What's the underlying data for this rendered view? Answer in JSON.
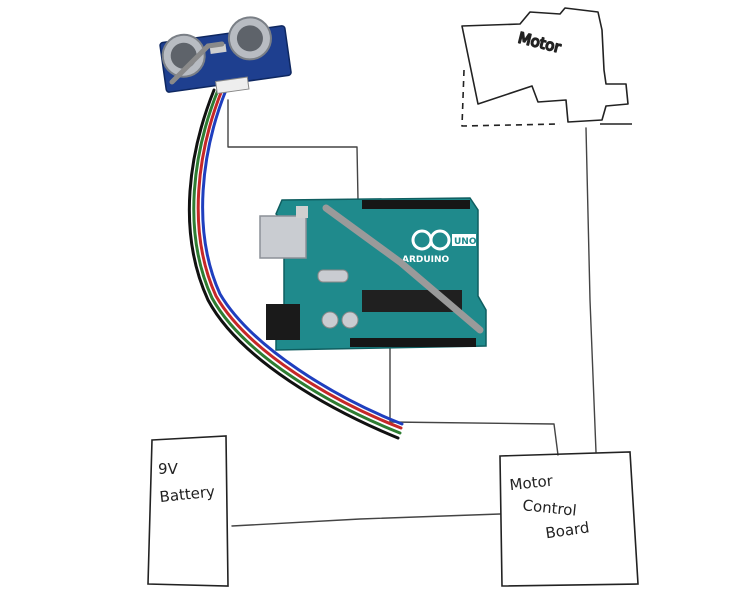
{
  "diagram": {
    "motor": {
      "label": "Motor"
    },
    "battery": {
      "label_line1": "9V",
      "label_line2": "Battery"
    },
    "motor_control_board": {
      "label_line1": "Motor",
      "label_line2": "Control",
      "label_line3": "Board"
    },
    "arduino": {
      "brand": "ARDUINO",
      "model": "UNO"
    },
    "colors": {
      "pcb": "#1f8a8c",
      "sensor_board": "#1e3f8f",
      "wire_red": "#c62828",
      "wire_green": "#2e7d32",
      "wire_blue": "#1f3fbf",
      "wire_black": "#111111",
      "pencil": "#444444"
    }
  }
}
